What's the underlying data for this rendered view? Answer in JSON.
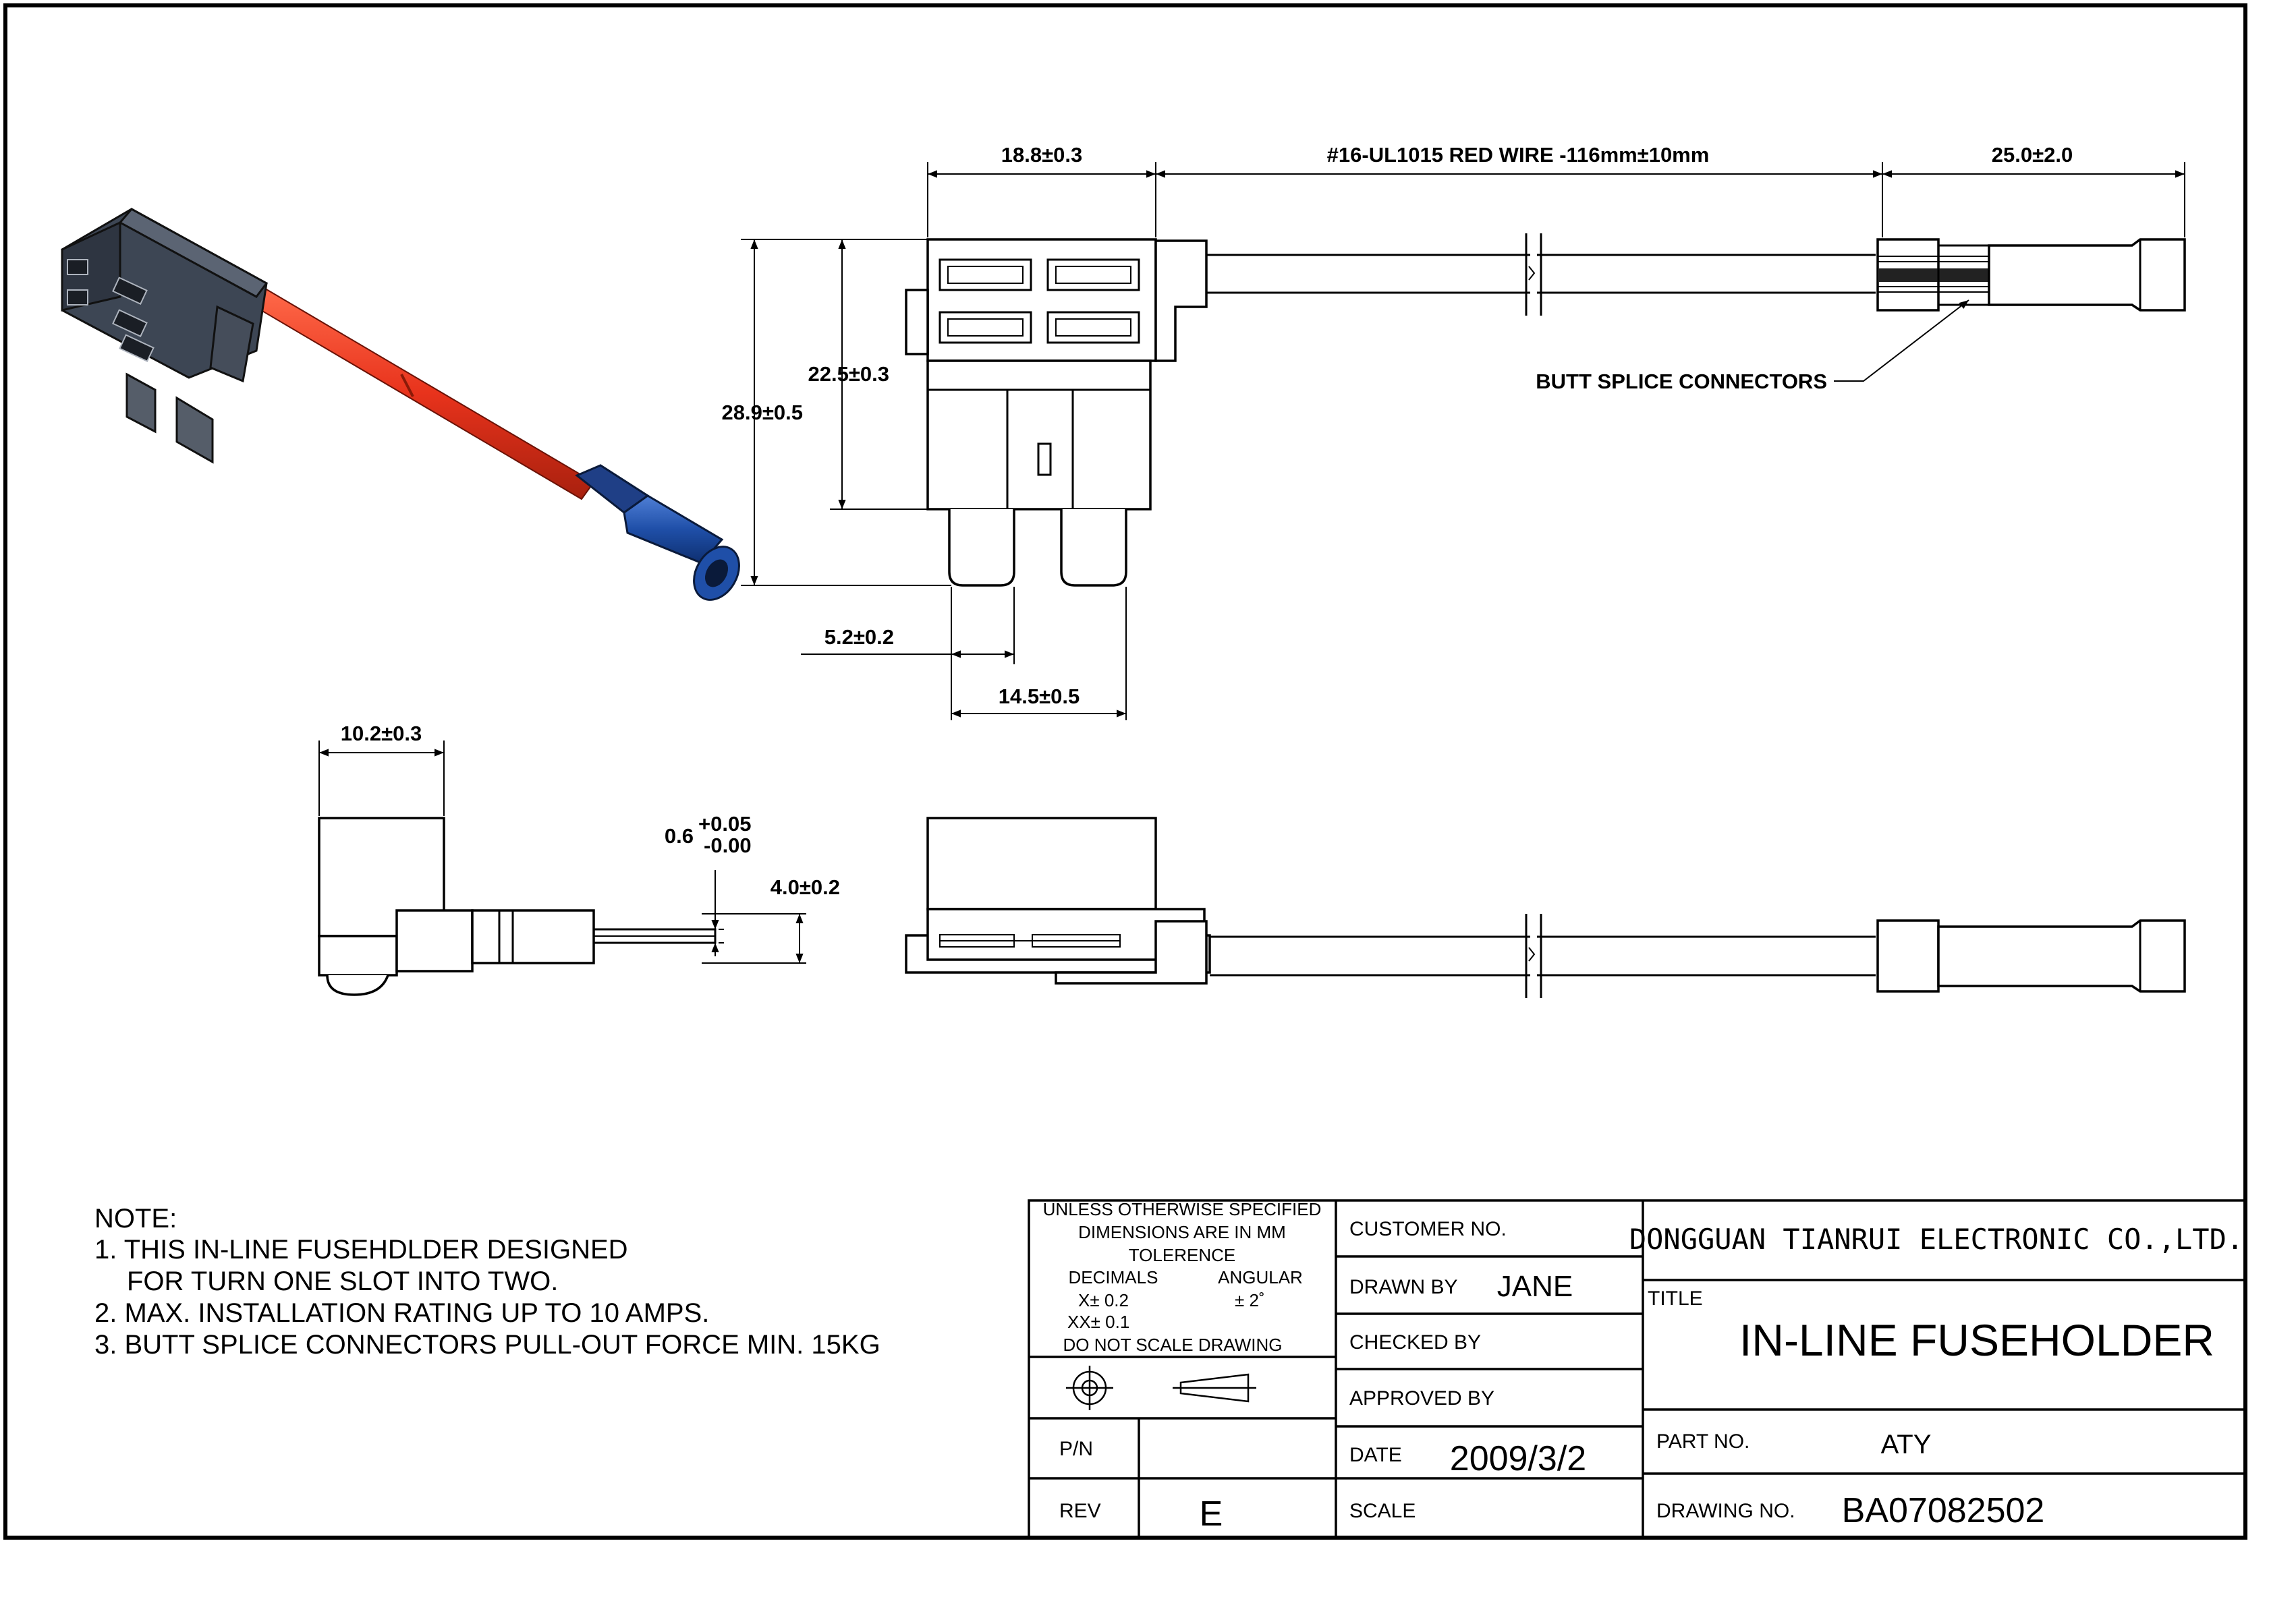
{
  "dimensions": {
    "holder_width": "18.8±0.3",
    "wire_spec": "#16-UL1015 RED WIRE -116mm±10mm",
    "connector_length": "25.0±2.0",
    "inner_height": "22.5±0.3",
    "total_height": "28.9±0.5",
    "blade_width": "5.2±0.2",
    "blade_pitch": "14.5±0.5",
    "side_width": "10.2±0.3",
    "blade_thickness": "0.6",
    "blade_thickness_tol_plus": "+0.05",
    "blade_thickness_tol_minus": "-0.00",
    "terminal_height": "4.0±0.2"
  },
  "callouts": {
    "butt_splice": "BUTT SPLICE CONNECTORS"
  },
  "notes": {
    "heading": "NOTE:",
    "lines": [
      "1. THIS IN-LINE FUSEHDLDER DESIGNED",
      "FOR TURN ONE SLOT INTO TWO.",
      "2. MAX. INSTALLATION RATING UP TO 10 AMPS.",
      "3. BUTT SPLICE CONNECTORS PULL-OUT FORCE MIN. 15KG"
    ]
  },
  "title_block": {
    "spec_lines": [
      "UNLESS OTHERWISE SPECIFIED",
      "DIMENSIONS ARE IN MM",
      "TOLERENCE"
    ],
    "decimals_label": "DECIMALS",
    "angular_label": "ANGULAR",
    "x_tol": "X± 0.2",
    "xx_tol": "XX± 0.1",
    "angular_tol": "±  2˚",
    "no_scale": "DO NOT SCALE DRAWING",
    "pn_label": "P/N",
    "rev_label": "REV",
    "rev_value": "E",
    "customer_label": "CUSTOMER NO.",
    "drawn_label": "DRAWN BY",
    "drawn_value": "JANE",
    "checked_label": "CHECKED BY",
    "approved_label": "APPROVED BY",
    "date_label": "DATE",
    "date_value": "2009/3/2",
    "scale_label": "SCALE",
    "company": "DONGGUAN TIANRUI ELECTRONIC CO.,LTD.",
    "title_label": "TITLE",
    "title_value": "IN-LINE FUSEHOLDER",
    "part_label": "PART NO.",
    "part_value": "ATY",
    "drawing_label": "DRAWING NO.",
    "drawing_value": "BA07082502"
  },
  "colors": {
    "wire": "#e8331c",
    "connector": "#1f4fa8",
    "housing": "#3d4654"
  },
  "icons": [
    "first-angle-projection-icon",
    "taper-icon"
  ]
}
